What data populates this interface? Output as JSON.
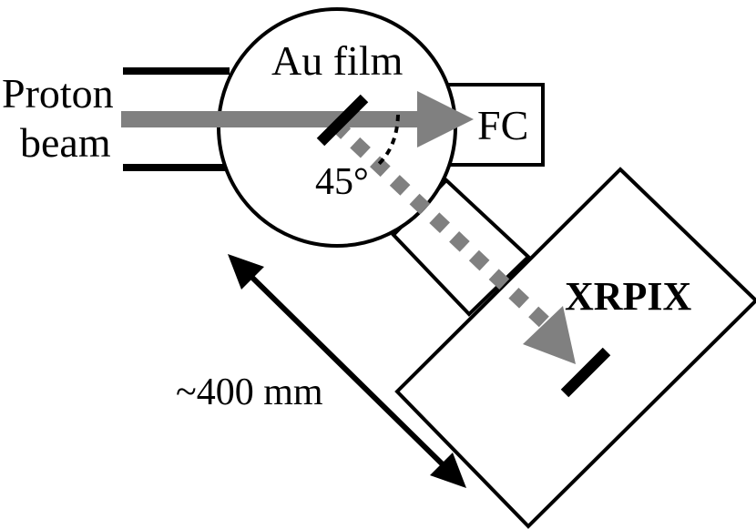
{
  "labels": {
    "proton_line1": "Proton",
    "proton_line2": "beam",
    "au_film": "Au film",
    "fc": "FC",
    "angle": "45°",
    "xrpix": "XRPIX",
    "distance": "~400 mm"
  },
  "colors": {
    "line": "#000000",
    "beam": "#808080",
    "background": "#ffffff"
  }
}
